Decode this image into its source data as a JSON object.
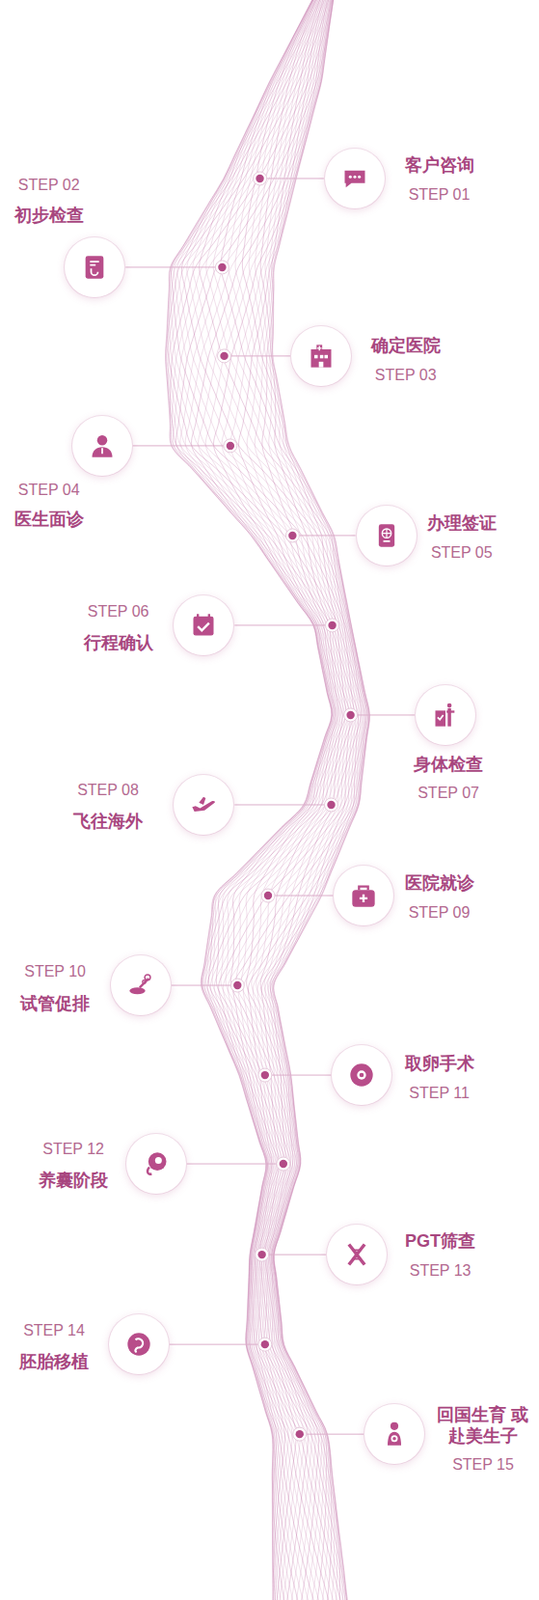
{
  "diagram": {
    "nodes": [
      {
        "text": [
          "客户咨询",
          "STEP 01"
        ]
      },
      {
        "text": [
          "STEP 02",
          "初步检查"
        ]
      },
      {
        "text": [
          "确定医院",
          "STEP 03"
        ]
      },
      {
        "text": [
          "STEP 04",
          "医生面诊"
        ]
      },
      {
        "text": [
          "办理签证",
          "STEP 05"
        ]
      },
      {
        "text": [
          "STEP 06",
          "行程确认"
        ]
      },
      {
        "text": [
          "身体检查",
          "STEP 07"
        ]
      },
      {
        "text": [
          "STEP 08",
          "飞往海外"
        ]
      },
      {
        "text": [
          "医院就诊",
          "STEP 09"
        ]
      },
      {
        "text": [
          "STEP 10",
          "试管促排"
        ]
      },
      {
        "text": [
          "取卵手术",
          "STEP 11"
        ]
      },
      {
        "text": [
          "STEP 12",
          "养囊阶段"
        ]
      },
      {
        "text": [
          "PGT筛查",
          "STEP 13"
        ]
      },
      {
        "text": [
          "STEP 14",
          "胚胎移植"
        ]
      },
      {
        "text": [
          "回国生育 或赴美生子",
          "STEP 15"
        ]
      }
    ]
  }
}
